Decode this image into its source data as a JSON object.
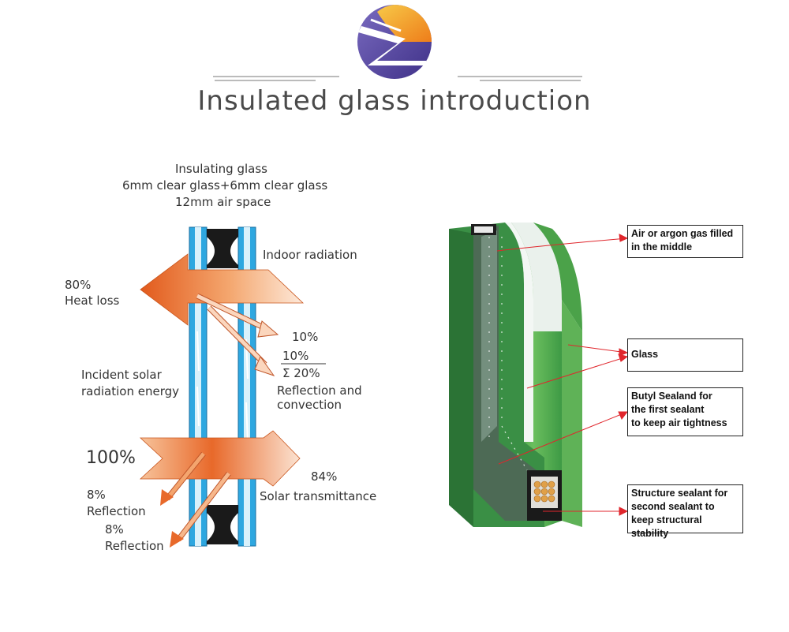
{
  "header": {
    "title": "Insulated glass introduction"
  },
  "left_diagram": {
    "heading": [
      "Insulating glass",
      "6mm clear glass+6mm clear glass",
      "12mm air space"
    ],
    "indoor_radiation": "Indoor radiation",
    "heat_loss_pct": "80%",
    "heat_loss": "Heat loss",
    "pct_10": "10%",
    "fraction_top": "10%",
    "fraction_bottom": "Σ 20%",
    "reflection_convection": [
      "Reflection and",
      "convection"
    ],
    "incident": [
      "Incident solar",
      "radiation energy"
    ],
    "pct_100": "100%",
    "pct_84": "84%",
    "solar_transmittance": "Solar  transmittance",
    "refl1_pct": "8%",
    "refl1": "Reflection",
    "refl2_pct": "8%",
    "refl2": "Reflection"
  },
  "right_diagram": {
    "callouts": [
      [
        "Air or argon gas filled",
        "in the middle"
      ],
      [
        "Glass"
      ],
      [
        "Butyl Sealand for",
        "the first sealant",
        "to keep air tightness"
      ],
      [
        "Structure sealant for",
        "second sealant to",
        "keep structural stability"
      ]
    ]
  },
  "colors": {
    "glass_blue": "#2ea7e0",
    "arrow_orange": "#e8692a",
    "glass_green": "#4ca34c",
    "callout_line": "#e0262c",
    "logo_orange": "#f39a1e",
    "logo_purple": "#5b4a9e"
  }
}
